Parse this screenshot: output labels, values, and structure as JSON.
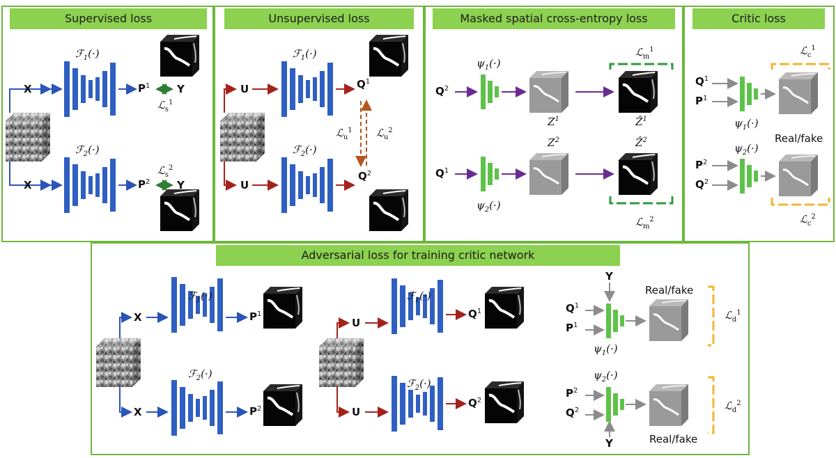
{
  "headers": {
    "supervised": "Supervised loss",
    "unsupervised": "Unsupervised loss",
    "masked": "Masked spatial cross-entropy loss",
    "critic": "Critic loss",
    "adversarial": "Adversarial loss for training critic network"
  },
  "symbols": {
    "X": "X",
    "Y": "Y",
    "U": "U",
    "P": "P",
    "Q": "Q",
    "F": "ℱ",
    "Z": "Z",
    "Zhat": "Ẑ",
    "psi": "ψ",
    "L": "ℒ",
    "call": "(·)",
    "sup1": "1",
    "sup2": "2",
    "sub_s": "s",
    "sub_u": "u",
    "sub_m": "m",
    "sub_c": "c",
    "sub_d": "d"
  },
  "text": {
    "real_fake": "Real/fake"
  },
  "colors": {
    "green_frame": "#6bb83a",
    "header_fill": "#8cd14f",
    "blue_net": "#2f5fc2",
    "green_net": "#5ec24a",
    "arrow_blue": "#2a55b8",
    "arrow_red": "#a3231c",
    "arrow_purple": "#6a2c91",
    "arrow_gray": "#8c8c8c",
    "bracket_green": "#2e9a3e",
    "bracket_orange": "#f2b533",
    "dashed_brown": "#b5561d"
  }
}
